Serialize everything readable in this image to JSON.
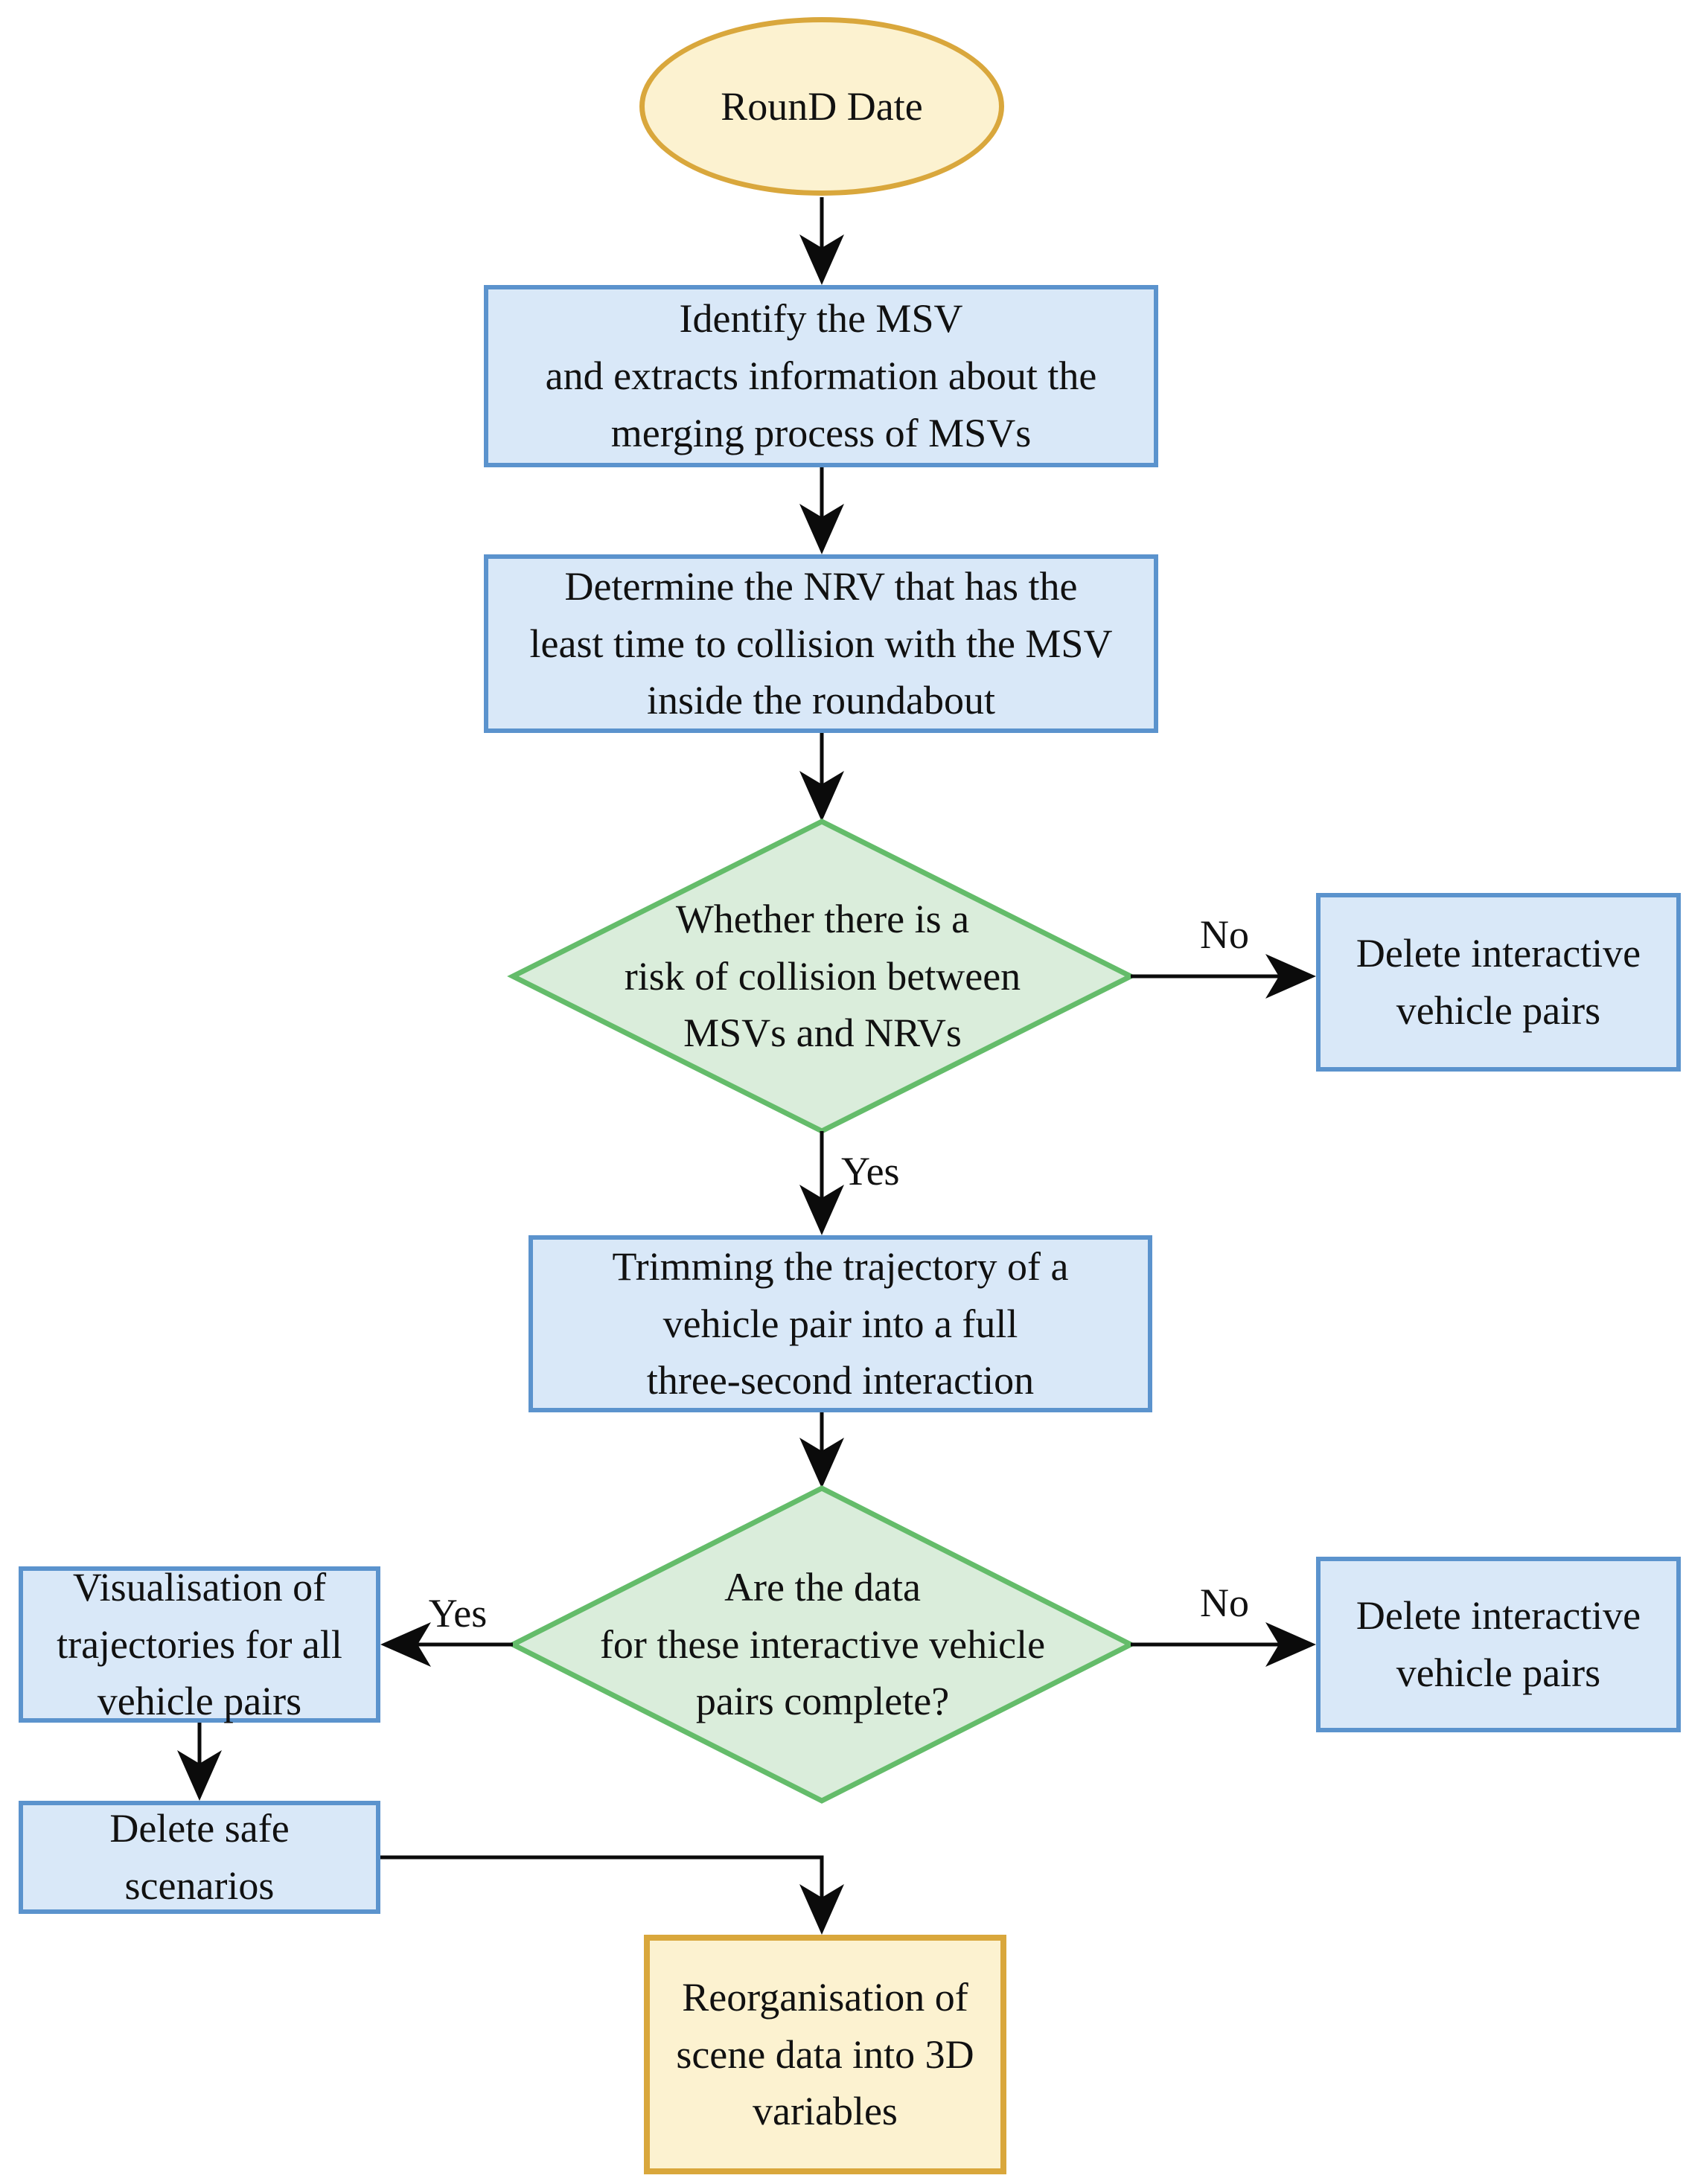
{
  "colors": {
    "terminator_fill": "#fcf2d0",
    "terminator_border": "#d9a73c",
    "process_fill": "#d9e8f8",
    "process_border": "#5b93cd",
    "decision_fill": "#daeddb",
    "decision_border": "#64bc6a",
    "line_color": "#0b0b0b",
    "text_color": "#111111"
  },
  "nodes": {
    "start": {
      "label": "RounD Date"
    },
    "identify": {
      "label": "Identify the MSV\nand extracts information about the\nmerging process of MSVs"
    },
    "determine": {
      "label": "Determine the NRV that has the\nleast time to collision with the MSV\ninside the roundabout"
    },
    "risk_decision": {
      "label": "Whether there is a\nrisk of collision between\nMSVs and NRVs"
    },
    "delete_pairs_right_top": {
      "label": "Delete interactive\nvehicle pairs"
    },
    "trimming": {
      "label": "Trimming the trajectory of a\nvehicle pair into a full\nthree-second interaction"
    },
    "complete_decision": {
      "label": "Are the data\nfor these interactive vehicle\npairs complete?"
    },
    "delete_pairs_right_bottom": {
      "label": "Delete interactive\nvehicle pairs"
    },
    "visualisation": {
      "label": "Visualisation of\ntrajectories for all\nvehicle pairs"
    },
    "delete_safe": {
      "label": "Delete safe\nscenarios"
    },
    "reorganisation": {
      "label": "Reorganisation of\nscene data into 3D\nvariables"
    }
  },
  "edge_labels": {
    "no_1": "No",
    "yes_1": "Yes",
    "no_2": "No",
    "yes_2": "Yes"
  }
}
